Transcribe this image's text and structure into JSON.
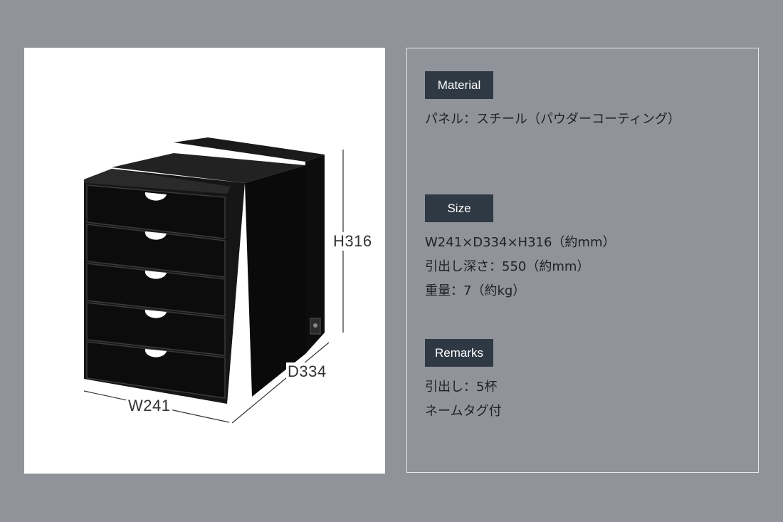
{
  "product_image": {
    "dim_height": "H316",
    "dim_depth": "D334",
    "dim_width": "W241"
  },
  "sections": {
    "material": {
      "header": "Material",
      "lines": [
        "パネル：スチール（パウダーコーティング）"
      ]
    },
    "size": {
      "header": "Size",
      "lines": [
        "W241×D334×H316（約mm）",
        "引出し深さ：550（約mm）",
        "重量：7（約kg）"
      ]
    },
    "remarks": {
      "header": "Remarks",
      "lines": [
        "引出し：5杯",
        "ネームタグ付"
      ]
    }
  },
  "colors": {
    "background": "#90949a",
    "panel": "#ffffff",
    "header_bg": "#2f3944",
    "cabinet": "#111111"
  }
}
